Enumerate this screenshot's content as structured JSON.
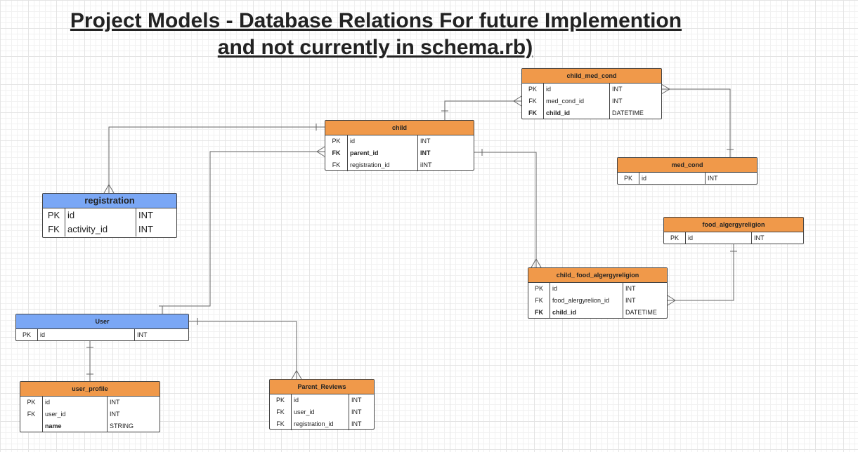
{
  "title": {
    "line1": "Project Models - Database Relations For future Implemention",
    "line2": "and not currently in schema.rb)"
  },
  "colors": {
    "table_header_orange": "#f0994a",
    "table_header_blue": "#7aa7f5",
    "line": "#666666"
  },
  "entities": {
    "child_med_cond": {
      "name": "child_med_cond",
      "rows": [
        {
          "key": "PK",
          "field": "id",
          "type": "INT"
        },
        {
          "key": "FK",
          "field": "med_cond_id",
          "type": "INT"
        },
        {
          "key": "FK",
          "field": "child_id",
          "type": "DATETIME"
        }
      ]
    },
    "child": {
      "name": "child",
      "rows": [
        {
          "key": "PK",
          "field": "id",
          "type": "INT"
        },
        {
          "key": "FK",
          "field": "parent_id",
          "type": "INT"
        },
        {
          "key": "FK",
          "field": "registration_id",
          "type": "iINT"
        }
      ]
    },
    "med_cond": {
      "name": "med_cond",
      "rows": [
        {
          "key": "PK",
          "field": "id",
          "type": "INT"
        }
      ]
    },
    "registration": {
      "name": "registration",
      "rows": [
        {
          "key": "PK",
          "field": "id",
          "type": "INT"
        },
        {
          "key": "FK",
          "field": "activity_id",
          "type": "INT"
        }
      ]
    },
    "food_algergyreligion": {
      "name": "food_algergyreligion",
      "rows": [
        {
          "key": "PK",
          "field": "id",
          "type": "INT"
        }
      ]
    },
    "child_food_algergyreligion": {
      "name": "child_ food_algergyreligion",
      "rows": [
        {
          "key": "PK",
          "field": "id",
          "type": "INT"
        },
        {
          "key": "FK",
          "field": "food_alergyrelion_id",
          "type": "INT"
        },
        {
          "key": "FK",
          "field": "child_id",
          "type": "DATETIME"
        }
      ]
    },
    "user": {
      "name": "User",
      "rows": [
        {
          "key": "PK",
          "field": "id",
          "type": "INT"
        }
      ]
    },
    "user_profile": {
      "name": "user_profile",
      "rows": [
        {
          "key": "PK",
          "field": "id",
          "type": "INT"
        },
        {
          "key": "FK",
          "field": "user_id",
          "type": "INT"
        },
        {
          "key": "",
          "field": "name",
          "type": "STRING"
        }
      ]
    },
    "parent_reviews": {
      "name": "Parent_Reviews",
      "rows": [
        {
          "key": "PK",
          "field": "id",
          "type": "INT"
        },
        {
          "key": "FK",
          "field": "user_id",
          "type": "INT"
        },
        {
          "key": "FK",
          "field": "registration_id",
          "type": "INT"
        }
      ]
    }
  },
  "relationships": [
    {
      "from": "child",
      "to": "child_med_cond",
      "from_end": "one",
      "to_end": "many"
    },
    {
      "from": "med_cond",
      "to": "child_med_cond",
      "from_end": "one",
      "to_end": "many"
    },
    {
      "from": "registration",
      "to": "child",
      "from_end": "many",
      "to_end": "one"
    },
    {
      "from": "user",
      "to": "child",
      "from_end": "one",
      "to_end": "many"
    },
    {
      "from": "child",
      "to": "child_food_algergyreligion",
      "from_end": "one",
      "to_end": "many"
    },
    {
      "from": "food_algergyreligion",
      "to": "child_food_algergyreligion",
      "from_end": "one",
      "to_end": "many"
    },
    {
      "from": "user",
      "to": "user_profile",
      "from_end": "one",
      "to_end": "one"
    },
    {
      "from": "user",
      "to": "parent_reviews",
      "from_end": "one",
      "to_end": "many"
    }
  ]
}
